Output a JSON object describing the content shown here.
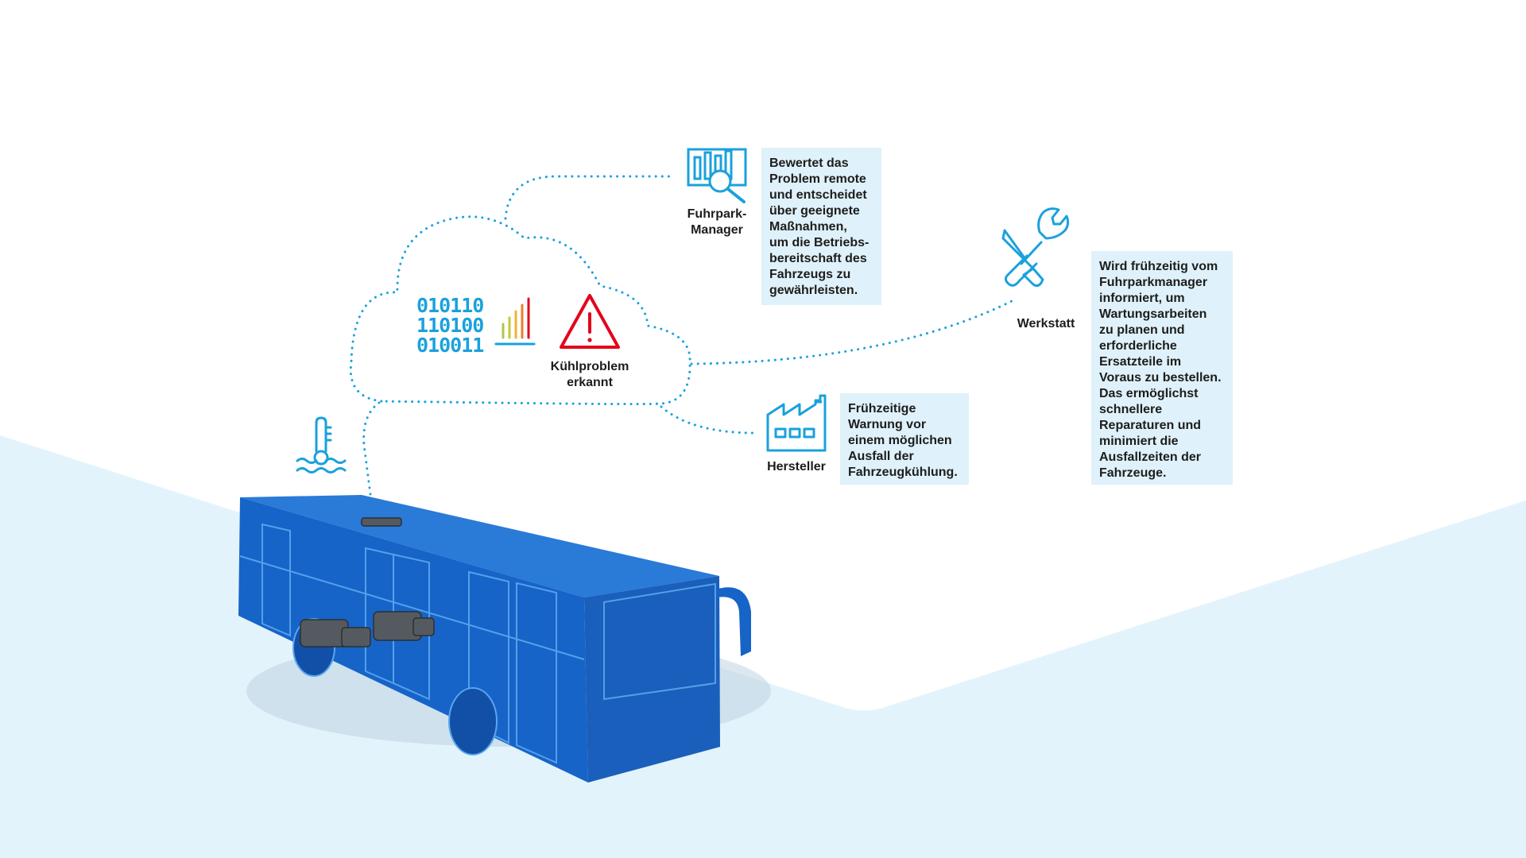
{
  "colors": {
    "accent_blue": "#1aa1dc",
    "bus_blue": "#1764c8",
    "alert_red": "#e3051b",
    "ground_light": "#e3f3fb",
    "box_fill": "#dff1fa"
  },
  "cloud": {
    "binary_text": "010110\n110100\n010011",
    "alert_label": "Kühlproblem\nerkannt"
  },
  "nodes": {
    "fleet_manager": {
      "icon": "chart-magnifier-icon",
      "label": "Fuhrpark-\nManager",
      "description": "Bewertet das\nProblem remote\nund entscheidet\nüber geeignete\nMaßnahmen,\num die Betriebs-\nbereitschaft des\nFahrzeugs zu\ngewährleisten."
    },
    "workshop": {
      "icon": "tools-icon",
      "label": "Werkstatt",
      "description": "Wird frühzeitig vom\nFuhrparkmanager\ninformiert, um\nWartungsarbeiten\nzu planen und\nerforderliche\nErsatzteile im\nVoraus zu bestellen.\nDas ermöglichst\nschnellere\nReparaturen und\nminimiert die\nAusfallzeiten der\nFahrzeuge."
    },
    "manufacturer": {
      "icon": "factory-icon",
      "label": "Hersteller",
      "description": "Frühzeitige\nWarnung vor\neinem möglichen\nAusfall der\nFahrzeugkühlung."
    }
  },
  "vehicle": {
    "sensor_icon": "coolant-temperature-icon",
    "image": "bus-xray-illustration"
  }
}
